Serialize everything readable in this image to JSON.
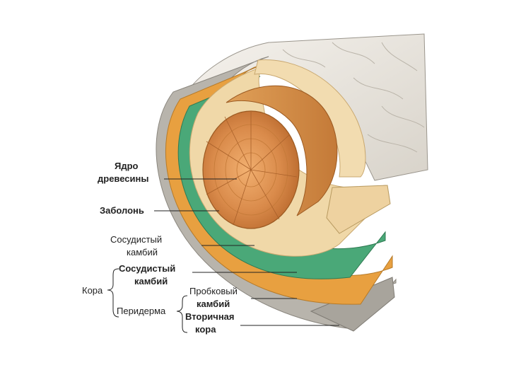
{
  "labels": {
    "heartwood_1": "Ядро",
    "heartwood_2": "древесины",
    "sapwood": "Заболонь",
    "vasc_cambium_1a": "Сосудистый",
    "vasc_cambium_1b": "камбий",
    "vasc_cambium_2a": "Сосудистый",
    "vasc_cambium_2b": "камбий",
    "bark": "Кора",
    "periderm": "Перидерма",
    "cork_cambium_1": "Пробковый",
    "cork_cambium_2": "камбий",
    "secondary_bark_1": "Вторичная",
    "secondary_bark_2": "кора"
  },
  "colors": {
    "outer_bark": "#e8e4dc",
    "bark_gray": "#b8b4ac",
    "phloem_orange": "#e8a040",
    "cambium_green": "#4aa878",
    "sapwood": "#f0d8a8",
    "heartwood": "#d98a4a",
    "heartwood_dark": "#b86a2e"
  }
}
